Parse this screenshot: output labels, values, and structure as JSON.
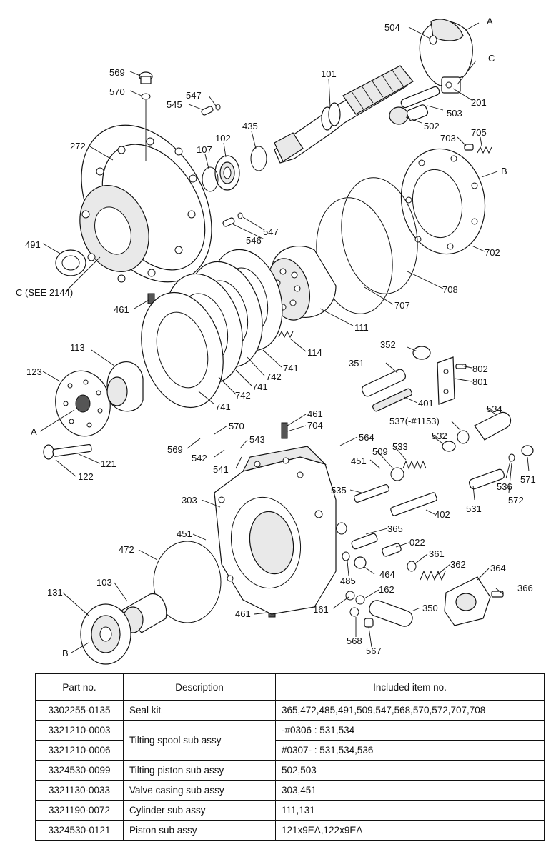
{
  "diagram": {
    "labels": [
      {
        "id": "A_top",
        "text": "A"
      },
      {
        "id": "504",
        "text": "504"
      },
      {
        "id": "C_top",
        "text": "C"
      },
      {
        "id": "201",
        "text": "201"
      },
      {
        "id": "101",
        "text": "101"
      },
      {
        "id": "503",
        "text": "503"
      },
      {
        "id": "502",
        "text": "502"
      },
      {
        "id": "569a",
        "text": "569"
      },
      {
        "id": "570a",
        "text": "570"
      },
      {
        "id": "547a",
        "text": "547"
      },
      {
        "id": "545",
        "text": "545"
      },
      {
        "id": "435",
        "text": "435"
      },
      {
        "id": "102",
        "text": "102"
      },
      {
        "id": "107",
        "text": "107"
      },
      {
        "id": "272",
        "text": "272"
      },
      {
        "id": "703",
        "text": "703"
      },
      {
        "id": "705",
        "text": "705"
      },
      {
        "id": "B_right",
        "text": "B"
      },
      {
        "id": "547b",
        "text": "547"
      },
      {
        "id": "546",
        "text": "546"
      },
      {
        "id": "491",
        "text": "491"
      },
      {
        "id": "702",
        "text": "702"
      },
      {
        "id": "C_see",
        "text": "C (SEE 2144)"
      },
      {
        "id": "708",
        "text": "708"
      },
      {
        "id": "461a",
        "text": "461"
      },
      {
        "id": "707",
        "text": "707"
      },
      {
        "id": "111",
        "text": "111"
      },
      {
        "id": "114",
        "text": "114"
      },
      {
        "id": "352",
        "text": "352"
      },
      {
        "id": "113",
        "text": "113"
      },
      {
        "id": "351",
        "text": "351"
      },
      {
        "id": "802",
        "text": "802"
      },
      {
        "id": "741a",
        "text": "741"
      },
      {
        "id": "123",
        "text": "123"
      },
      {
        "id": "742a",
        "text": "742"
      },
      {
        "id": "801",
        "text": "801"
      },
      {
        "id": "741b",
        "text": "741"
      },
      {
        "id": "401",
        "text": "401"
      },
      {
        "id": "742b",
        "text": "742"
      },
      {
        "id": "741c",
        "text": "741"
      },
      {
        "id": "534",
        "text": "534"
      },
      {
        "id": "461b",
        "text": "461"
      },
      {
        "id": "537",
        "text": "537(-#1153)"
      },
      {
        "id": "A_left",
        "text": "A"
      },
      {
        "id": "570b",
        "text": "570"
      },
      {
        "id": "704",
        "text": "704"
      },
      {
        "id": "543",
        "text": "543"
      },
      {
        "id": "564",
        "text": "564"
      },
      {
        "id": "532",
        "text": "532"
      },
      {
        "id": "569b",
        "text": "569"
      },
      {
        "id": "509",
        "text": "509"
      },
      {
        "id": "533",
        "text": "533"
      },
      {
        "id": "542",
        "text": "542"
      },
      {
        "id": "121",
        "text": "121"
      },
      {
        "id": "541",
        "text": "541"
      },
      {
        "id": "451a",
        "text": "451"
      },
      {
        "id": "571",
        "text": "571"
      },
      {
        "id": "536",
        "text": "536"
      },
      {
        "id": "122",
        "text": "122"
      },
      {
        "id": "535",
        "text": "535"
      },
      {
        "id": "303",
        "text": "303"
      },
      {
        "id": "572",
        "text": "572"
      },
      {
        "id": "531",
        "text": "531"
      },
      {
        "id": "402",
        "text": "402"
      },
      {
        "id": "365",
        "text": "365"
      },
      {
        "id": "451b",
        "text": "451"
      },
      {
        "id": "022",
        "text": "022"
      },
      {
        "id": "472",
        "text": "472"
      },
      {
        "id": "361",
        "text": "361"
      },
      {
        "id": "362",
        "text": "362"
      },
      {
        "id": "485",
        "text": "485"
      },
      {
        "id": "464",
        "text": "464"
      },
      {
        "id": "364",
        "text": "364"
      },
      {
        "id": "131",
        "text": "131"
      },
      {
        "id": "103",
        "text": "103"
      },
      {
        "id": "366",
        "text": "366"
      },
      {
        "id": "162",
        "text": "162"
      },
      {
        "id": "350",
        "text": "350"
      },
      {
        "id": "161",
        "text": "161"
      },
      {
        "id": "461c",
        "text": "461"
      },
      {
        "id": "568",
        "text": "568"
      },
      {
        "id": "B_left",
        "text": "B"
      },
      {
        "id": "567",
        "text": "567"
      }
    ]
  },
  "table": {
    "headers": {
      "part_no": "Part no.",
      "description": "Description",
      "included": "Included item no."
    },
    "rows": [
      {
        "part_no": "3302255-0135",
        "description": "Seal kit",
        "included": "365,472,485,491,509,547,568,570,572,707,708"
      },
      {
        "part_no": "3321210-0003",
        "description": "Tilting spool sub assy",
        "included": "-#0306 : 531,534"
      },
      {
        "part_no": "3321210-0006",
        "description": "",
        "included": "#0307- : 531,534,536"
      },
      {
        "part_no": "3324530-0099",
        "description": "Tilting piston sub assy",
        "included": "502,503"
      },
      {
        "part_no": "3321130-0033",
        "description": "Valve casing sub assy",
        "included": "303,451"
      },
      {
        "part_no": "3321190-0072",
        "description": "Cylinder sub assy",
        "included": "111,131"
      },
      {
        "part_no": "3324530-0121",
        "description": "Piston sub assy",
        "included": "121x9EA,122x9EA"
      }
    ]
  }
}
